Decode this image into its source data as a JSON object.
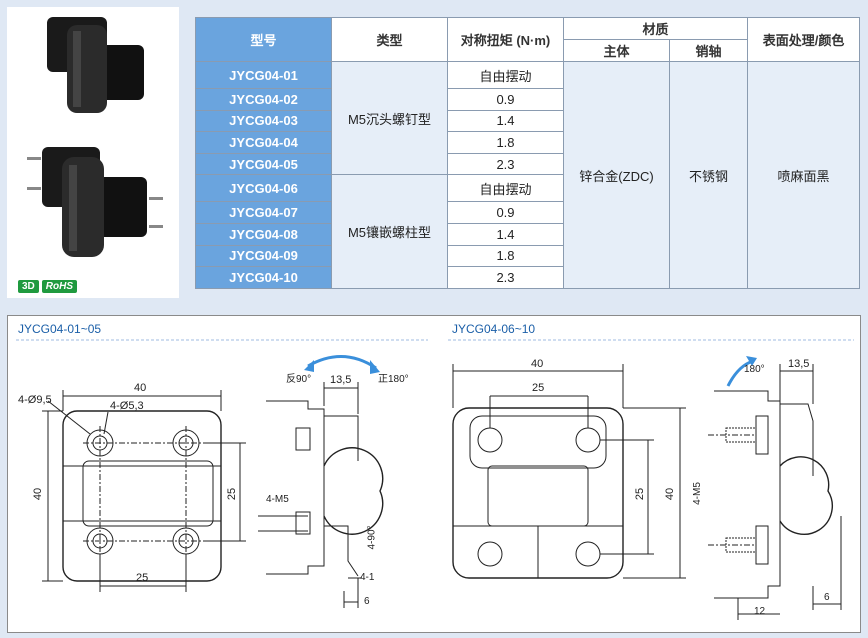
{
  "table": {
    "headers": {
      "model": "型号",
      "type": "类型",
      "torque": "对称扭矩 (N·m)",
      "material": "材质",
      "body": "主体",
      "pin": "销轴",
      "finish": "表面处理/颜色"
    },
    "groups": [
      {
        "type": "M5沉头螺钉型"
      },
      {
        "type": "M5镶嵌螺柱型"
      }
    ],
    "rows": [
      {
        "model": "JYCG04-01",
        "torque": "自由摆动"
      },
      {
        "model": "JYCG04-02",
        "torque": "0.9"
      },
      {
        "model": "JYCG04-03",
        "torque": "1.4"
      },
      {
        "model": "JYCG04-04",
        "torque": "1.8"
      },
      {
        "model": "JYCG04-05",
        "torque": "2.3"
      },
      {
        "model": "JYCG04-06",
        "torque": "自由摆动"
      },
      {
        "model": "JYCG04-07",
        "torque": "0.9"
      },
      {
        "model": "JYCG04-08",
        "torque": "1.4"
      },
      {
        "model": "JYCG04-09",
        "torque": "1.8"
      },
      {
        "model": "JYCG04-10",
        "torque": "2.3"
      }
    ],
    "material_body": "锌合金(ZDC)",
    "material_pin": "不锈钢",
    "finish": "喷麻面黑"
  },
  "badges": {
    "threed": "3D",
    "rohs": "RoHS"
  },
  "drawing_left": {
    "title": "JYCG04-01~05",
    "dims": {
      "width": "40",
      "hole_big": "4-Ø9,5",
      "hole_small": "4-Ø5,3",
      "height": "40",
      "pitch_v": "25",
      "pitch_h": "25",
      "angle_rev": "反90°",
      "angle_fwd": "正180°",
      "thick": "13,5",
      "thread": "4-M5",
      "angle_side": "4-90°",
      "chamfer": "4-1",
      "leaf": "6"
    }
  },
  "drawing_right": {
    "title": "JYCG04-06~10",
    "dims": {
      "width": "40",
      "pitch_h": "25",
      "height": "40",
      "pitch_v": "25",
      "thread": "4-M5",
      "angle": "180°",
      "thick": "13,5",
      "stud": "12",
      "leaf": "6"
    }
  }
}
